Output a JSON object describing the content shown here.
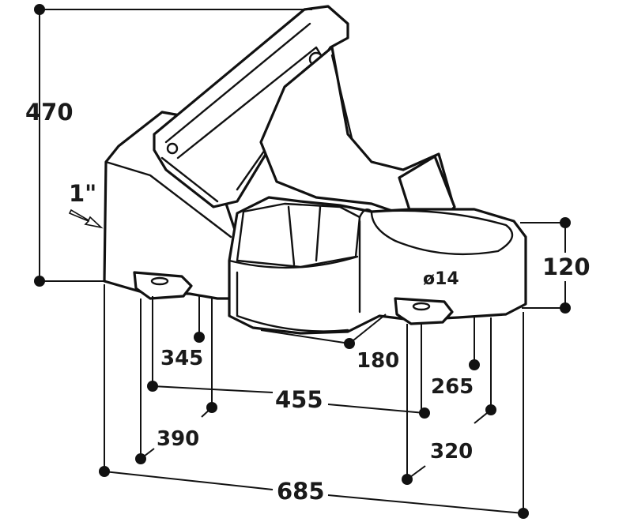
{
  "dimensions": {
    "height_total": "470",
    "inlet": "1\"",
    "bowl_height": "120",
    "hole_diameter": "ø14",
    "d180": "180",
    "d345": "345",
    "d455": "455",
    "d265": "265",
    "d390": "390",
    "d320": "320",
    "width_total": "685"
  },
  "colors": {
    "ink": "#111111",
    "background": "#ffffff"
  }
}
